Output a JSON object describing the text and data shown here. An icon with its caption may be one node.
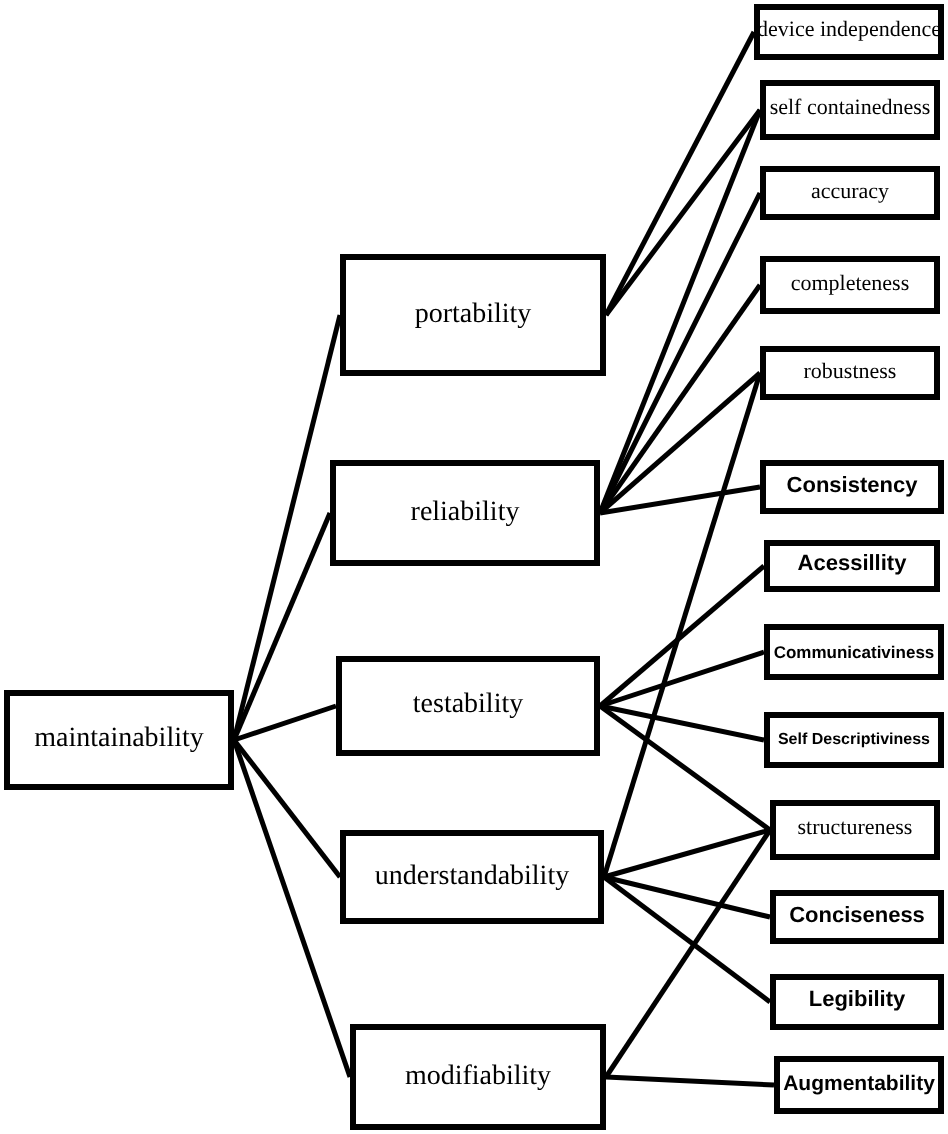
{
  "diagram": {
    "nodes": [
      {
        "text": [
          "maintainability"
        ]
      },
      {
        "text": [
          "portability"
        ]
      },
      {
        "text": [
          "reliability"
        ]
      },
      {
        "text": [
          "testability"
        ]
      },
      {
        "text": [
          "understandability"
        ]
      },
      {
        "text": [
          "modifiability"
        ]
      },
      {
        "text": [
          "device independence"
        ]
      },
      {
        "text": [
          "self containedness"
        ]
      },
      {
        "text": [
          "accuracy"
        ]
      },
      {
        "text": [
          "completeness"
        ]
      },
      {
        "text": [
          "robustness"
        ]
      },
      {
        "text": [
          "Consistency"
        ]
      },
      {
        "text": [
          "Acessillity"
        ]
      },
      {
        "text": [
          "Communicativiness"
        ]
      },
      {
        "text": [
          "Self Descriptiviness"
        ]
      },
      {
        "text": [
          "structureness"
        ]
      },
      {
        "text": [
          "Conciseness"
        ]
      },
      {
        "text": [
          "Legibility"
        ]
      },
      {
        "text": [
          "Augmentability"
        ]
      }
    ],
    "edges": [
      {
        "from": 0,
        "to": 1,
        "arrow": "none"
      },
      {
        "from": 0,
        "to": 2,
        "arrow": "none"
      },
      {
        "from": 0,
        "to": 3,
        "arrow": "none"
      },
      {
        "from": 0,
        "to": 4,
        "arrow": "none"
      },
      {
        "from": 0,
        "to": 5,
        "arrow": "none"
      },
      {
        "from": 1,
        "to": 6,
        "arrow": "none"
      },
      {
        "from": 1,
        "to": 7,
        "arrow": "none"
      },
      {
        "from": 2,
        "to": 7,
        "arrow": "none"
      },
      {
        "from": 2,
        "to": 8,
        "arrow": "none"
      },
      {
        "from": 2,
        "to": 9,
        "arrow": "none"
      },
      {
        "from": 2,
        "to": 10,
        "arrow": "none"
      },
      {
        "from": 2,
        "to": 11,
        "arrow": "none"
      },
      {
        "from": 4,
        "to": 10,
        "arrow": "none"
      },
      {
        "from": 3,
        "to": 12,
        "arrow": "none"
      },
      {
        "from": 3,
        "to": 13,
        "arrow": "none"
      },
      {
        "from": 3,
        "to": 14,
        "arrow": "none"
      },
      {
        "from": 3,
        "to": 15,
        "arrow": "none"
      },
      {
        "from": 4,
        "to": 15,
        "arrow": "none"
      },
      {
        "from": 4,
        "to": 16,
        "arrow": "none"
      },
      {
        "from": 4,
        "to": 17,
        "arrow": "none"
      },
      {
        "from": 5,
        "to": 15,
        "arrow": "none"
      },
      {
        "from": 5,
        "to": 18,
        "arrow": "none"
      }
    ]
  }
}
